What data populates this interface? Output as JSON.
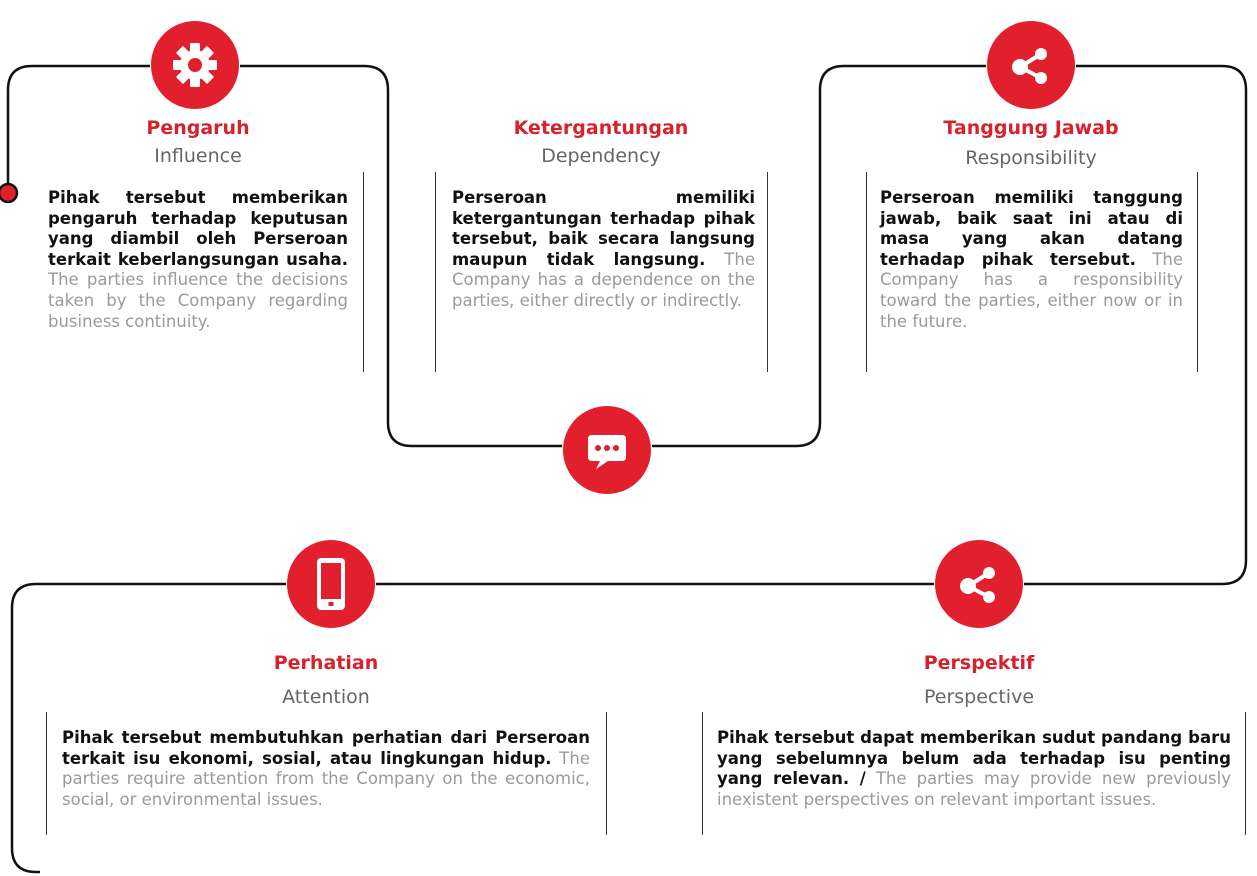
{
  "colors": {
    "accent": "#e21f2c",
    "title": "#d7222e",
    "english": "#9a9a9a",
    "line": "#111111"
  },
  "nodes": [
    {
      "icon": "gear-icon",
      "title": "Pengaruh",
      "subtitle": "Influence",
      "desc_id": "Pihak tersebut memberikan pengaruh terhadap keputusan yang diambil oleh Perseroan terkait keberlangsungan usaha.",
      "desc_en": "The parties influence the decisions taken by the Company regarding business continuity."
    },
    {
      "icon": "chat-bubble-icon",
      "title": "Ketergantungan",
      "subtitle": "Dependency",
      "desc_id": "Perseroan memiliki ketergantungan terhadap pihak tersebut, baik secara langsung maupun tidak langsung.",
      "desc_en": "The Company has a dependence on the parties, either directly or indirectly."
    },
    {
      "icon": "share-icon",
      "title": "Tanggung Jawab",
      "subtitle": "Responsibility",
      "desc_id": "Perseroan memiliki tanggung jawab, baik saat ini atau di masa yang akan datang terhadap pihak tersebut.",
      "desc_en": "The Company has a responsibility toward the parties, either now or in the future."
    },
    {
      "icon": "smartphone-icon",
      "title": "Perhatian",
      "subtitle": "Attention",
      "desc_id": "Pihak tersebut membutuhkan perhatian dari Perseroan terkait isu ekonomi, sosial, atau lingkungan hidup.",
      "desc_en": "The parties require attention from the Company on the economic, social, or environmental issues."
    },
    {
      "icon": "share-icon",
      "title": "Perspektif",
      "subtitle": "Perspective",
      "desc_id": "Pihak tersebut dapat memberikan sudut pandang baru yang sebelumnya belum ada terhadap isu penting yang relevan. /",
      "desc_en": "The parties may provide new previously inexistent perspectives on relevant important issues."
    }
  ]
}
